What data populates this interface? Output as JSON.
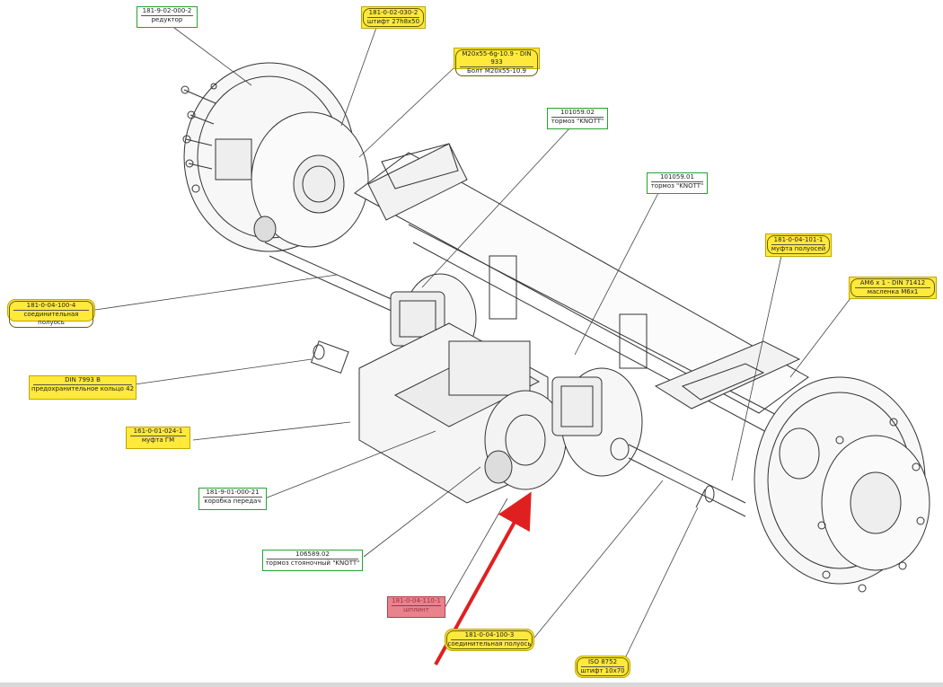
{
  "colors": {
    "green_frame": "#27a22f",
    "yellow_fill": "#ffe93b",
    "red_fill": "#e8838d",
    "arrow": "#e02020",
    "lines": "#333333"
  },
  "callouts": [
    {
      "id": "reduktor",
      "line1": "181-9-02-000-2",
      "line2": "редуктор",
      "style": "green"
    },
    {
      "id": "shtift-27",
      "line1": "181-0-02-030-2",
      "line2": "штифт 27h8x50",
      "style": "yellow"
    },
    {
      "id": "bolt",
      "line1": "M20x55-6g-10.9 - DIN 933",
      "line2": "Болт M20x55-10.9",
      "style": "yellow"
    },
    {
      "id": "tormoz-02",
      "line1": "101059.02",
      "line2": "тормоз \"KNOTT\"",
      "style": "green"
    },
    {
      "id": "tormoz-01",
      "line1": "101059.01",
      "line2": "тормоз \"KNOTT\"",
      "style": "green"
    },
    {
      "id": "mufta-poluosey",
      "line1": "181-0-04-101-1",
      "line2": "муфта полуосей",
      "style": "yellow"
    },
    {
      "id": "maslenka",
      "line1": "AM6 x 1 - DIN 71412",
      "line2": "масленка M6x1",
      "style": "yellow"
    },
    {
      "id": "poluos-4",
      "line1": "181-0-04-100-4",
      "line2": "соединительная полуось",
      "style": "yellow"
    },
    {
      "id": "kolco",
      "line1": "DIN 7993 B",
      "line2": "предохранительное кольцо 42",
      "style": "yellow"
    },
    {
      "id": "mufta-gm",
      "line1": "161-0-01-024-1",
      "line2": "муфта ГМ",
      "style": "yellow"
    },
    {
      "id": "korobka",
      "line1": "181-9-01-000-21",
      "line2": "коробка передач",
      "style": "green"
    },
    {
      "id": "tormoz-stoyan",
      "line1": "106589.02",
      "line2": "тормоз стояночный \"KNOTT\"",
      "style": "green"
    },
    {
      "id": "red-label",
      "line1": "181-0-04-110-1",
      "line2": "шплинт",
      "style": "red"
    },
    {
      "id": "poluos-3",
      "line1": "181-0-04-100-3",
      "line2": "соединительная полуось",
      "style": "yellow"
    },
    {
      "id": "shtift-10",
      "line1": "ISO 8752",
      "line2": "штифт 10x70",
      "style": "yellow"
    }
  ]
}
